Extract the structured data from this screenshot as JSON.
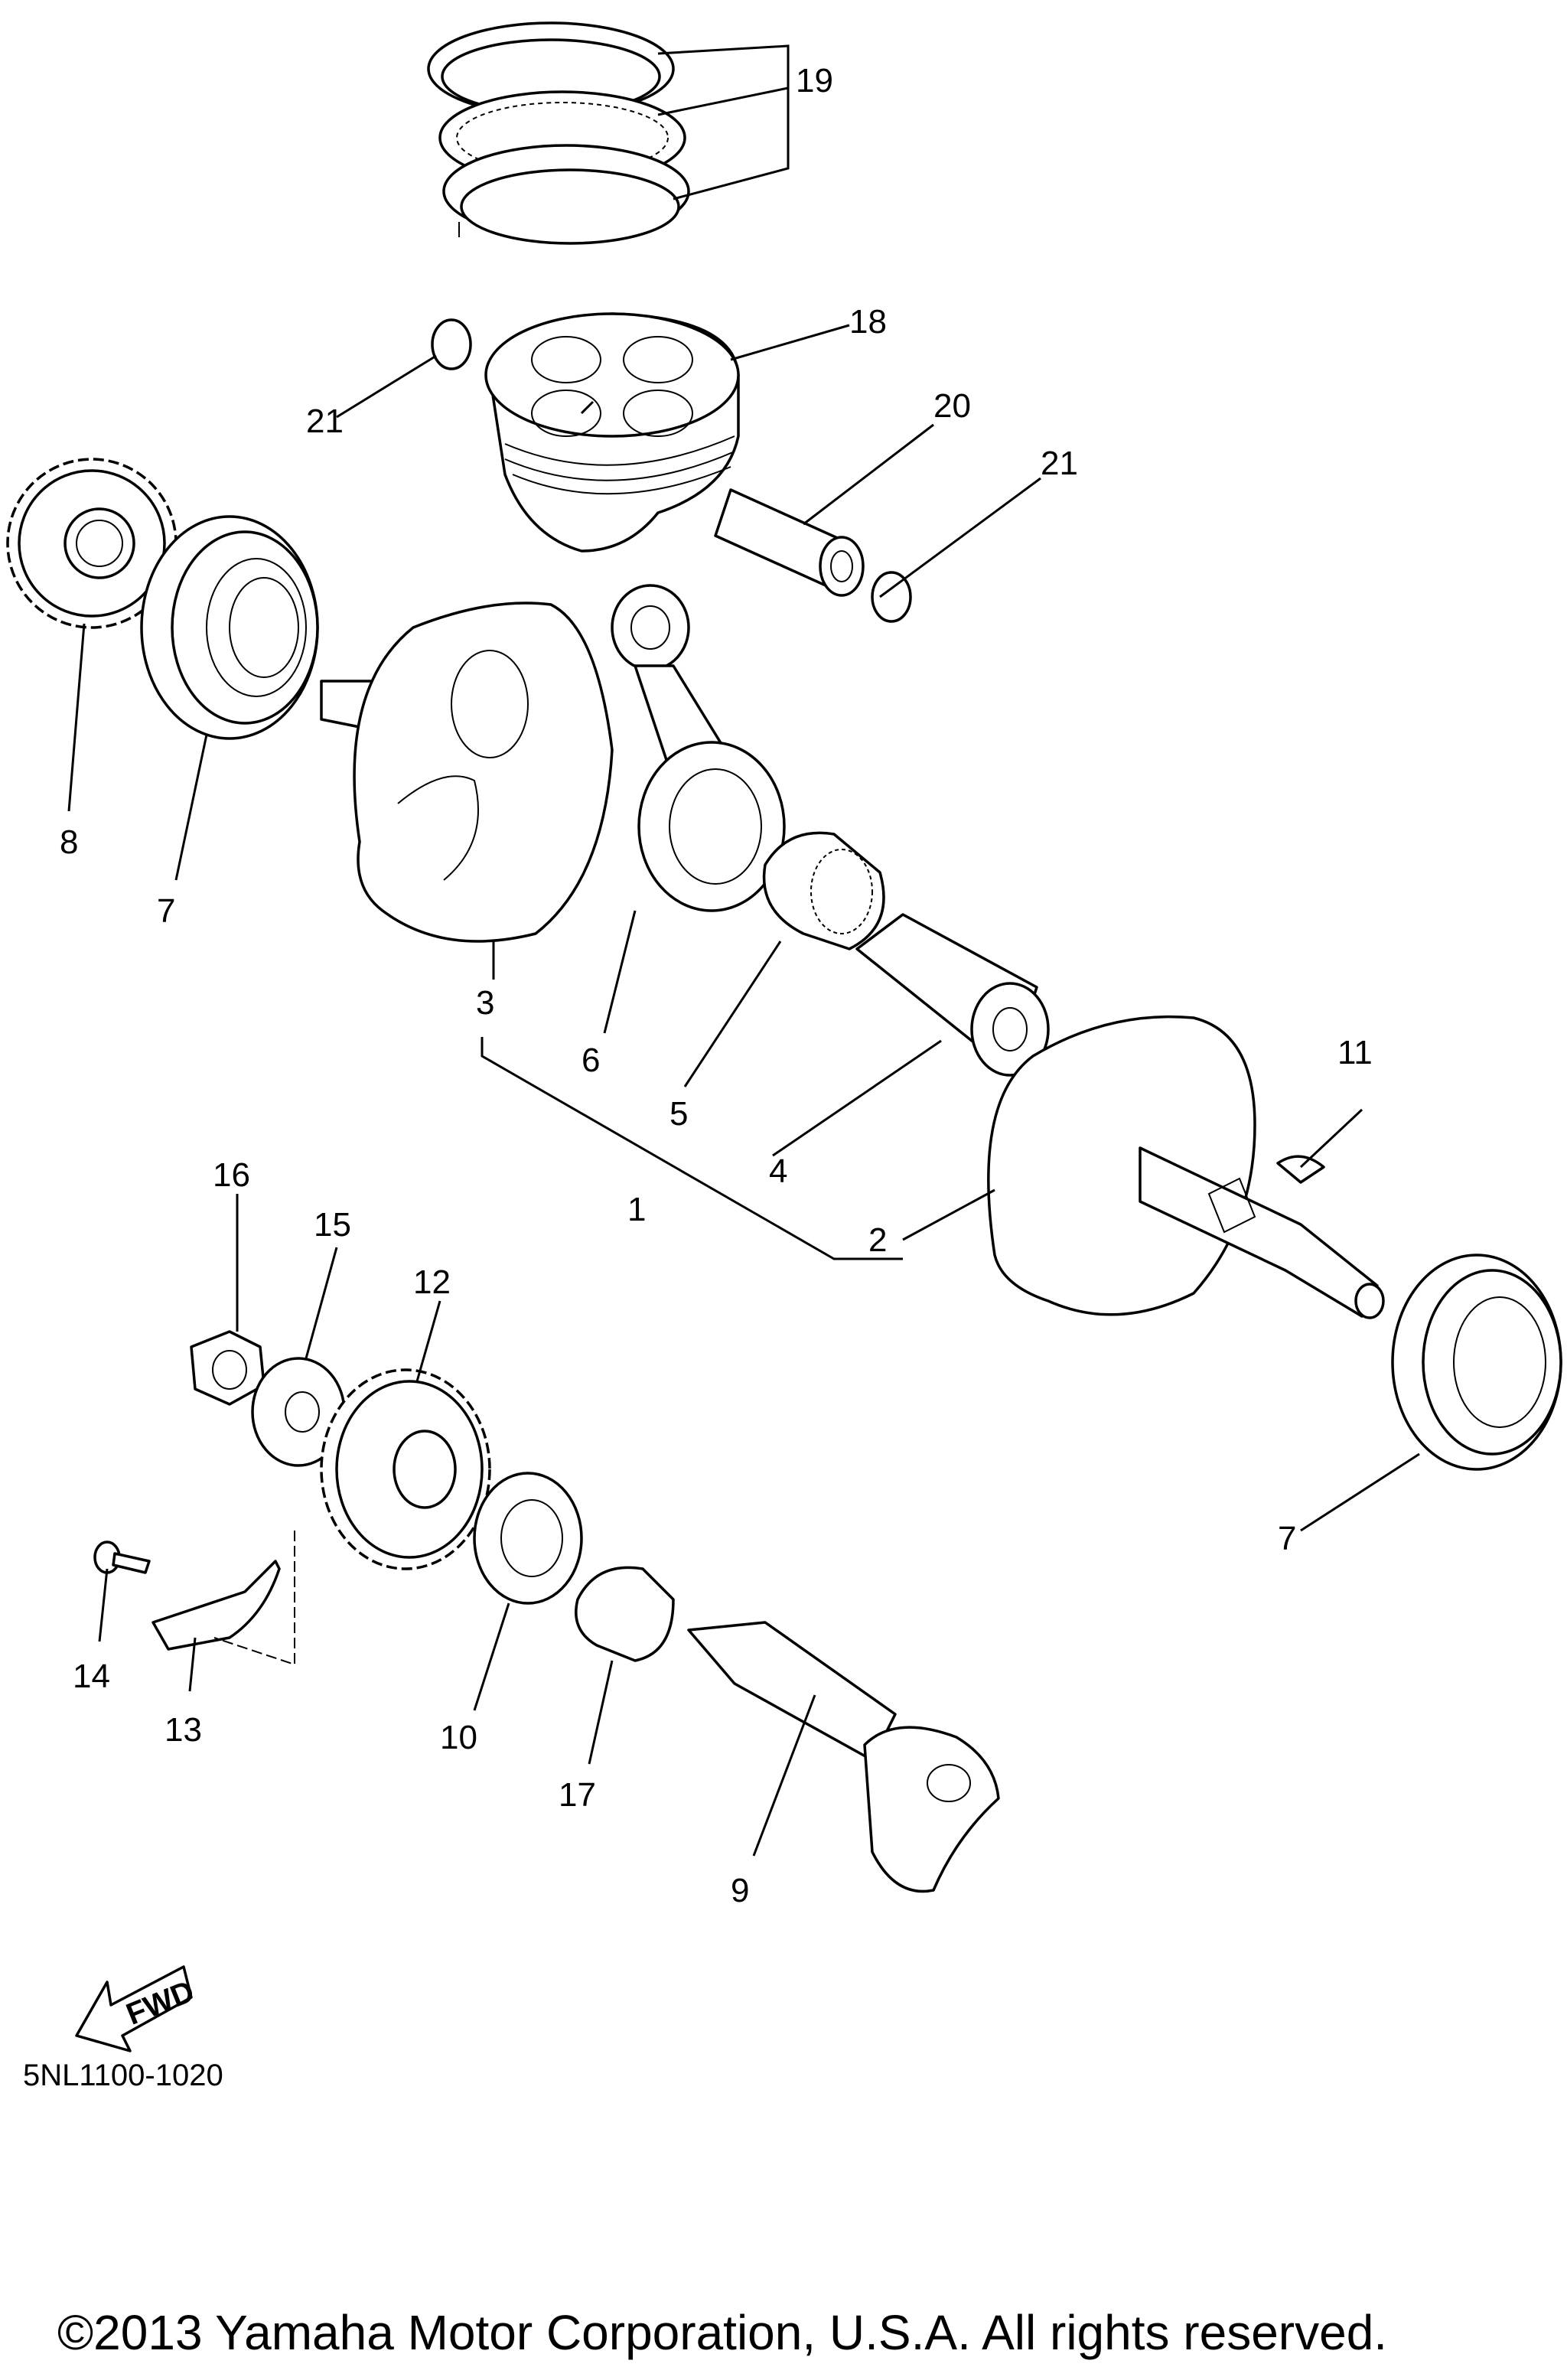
{
  "callouts": [
    "1",
    "2",
    "3",
    "4",
    "5",
    "6",
    "7",
    "7",
    "8",
    "9",
    "10",
    "11",
    "12",
    "13",
    "14",
    "15",
    "16",
    "17",
    "18",
    "19",
    "20",
    "21",
    "21"
  ],
  "fwd_label": "FWD",
  "diagram_code": "5NL1100-1020",
  "copyright": "©2013 Yamaha Motor Corporation, U.S.A. All rights reserved."
}
